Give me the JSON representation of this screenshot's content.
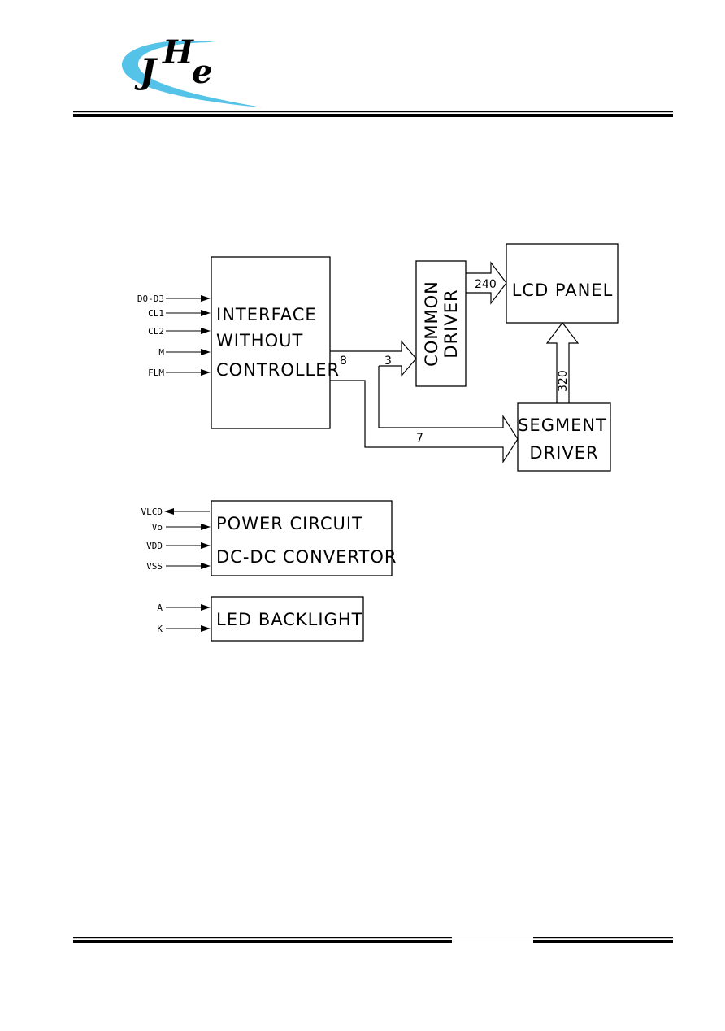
{
  "logo": {
    "text_j": "J",
    "text_h": "H",
    "text_e": "e",
    "brand_blue": "#1f4ea8",
    "swoosh_color": "#55c3e8"
  },
  "diagram": {
    "interface_block": {
      "line1": "INTERFACE",
      "line2": "WITHOUT",
      "line3": "CONTROLLER"
    },
    "interface_inputs": [
      "D0-D3",
      "CL1",
      "CL2",
      "M",
      "FLM"
    ],
    "common_driver": {
      "line1": "COMMON",
      "line2": "DRIVER"
    },
    "lcd_panel": {
      "label": "LCD PANEL"
    },
    "segment_driver": {
      "line1": "SEGMENT",
      "line2": "DRIVER"
    },
    "bus_labels": {
      "interface_out": "8",
      "to_common": "3",
      "to_segment": "7",
      "common_to_panel": "240",
      "segment_to_panel": "320"
    },
    "power_block": {
      "line1": "POWER CIRCUIT",
      "line2": "DC-DC CONVERTOR"
    },
    "power_pins": [
      "VLCD",
      "Vo",
      "VDD",
      "VSS"
    ],
    "backlight_block": {
      "label": "LED BACKLIGHT"
    },
    "backlight_pins": [
      "A",
      "K"
    ]
  }
}
